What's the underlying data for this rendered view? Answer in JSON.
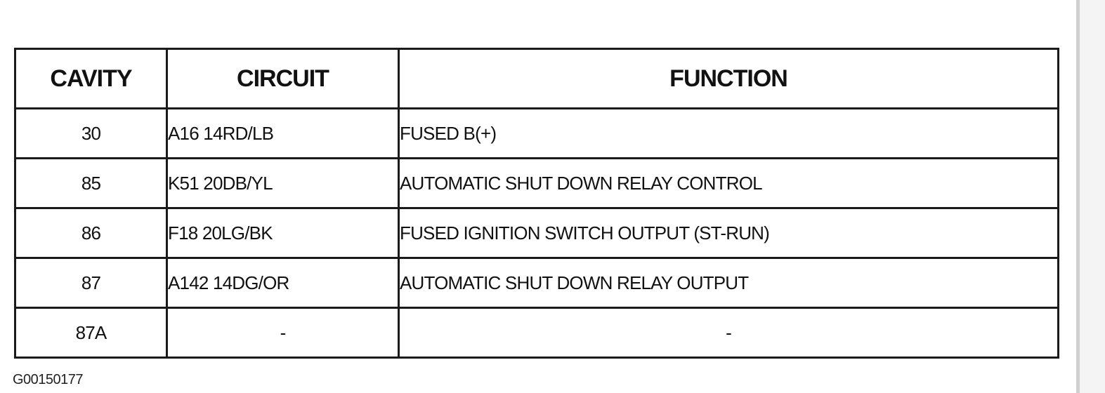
{
  "table": {
    "headers": [
      "CAVITY",
      "CIRCUIT",
      "FUNCTION"
    ],
    "rows": [
      {
        "cavity": "30",
        "circuit": "A16 14RD/LB",
        "function": "FUSED B(+)"
      },
      {
        "cavity": "85",
        "circuit": "K51 20DB/YL",
        "function": "AUTOMATIC SHUT DOWN RELAY CONTROL"
      },
      {
        "cavity": "86",
        "circuit": "F18 20LG/BK",
        "function": "FUSED IGNITION SWITCH OUTPUT (ST-RUN)"
      },
      {
        "cavity": "87",
        "circuit": "A142 14DG/OR",
        "function": "AUTOMATIC SHUT DOWN RELAY OUTPUT"
      },
      {
        "cavity": "87A",
        "circuit": "-",
        "function": "-"
      }
    ]
  },
  "figure_id": "G00150177"
}
